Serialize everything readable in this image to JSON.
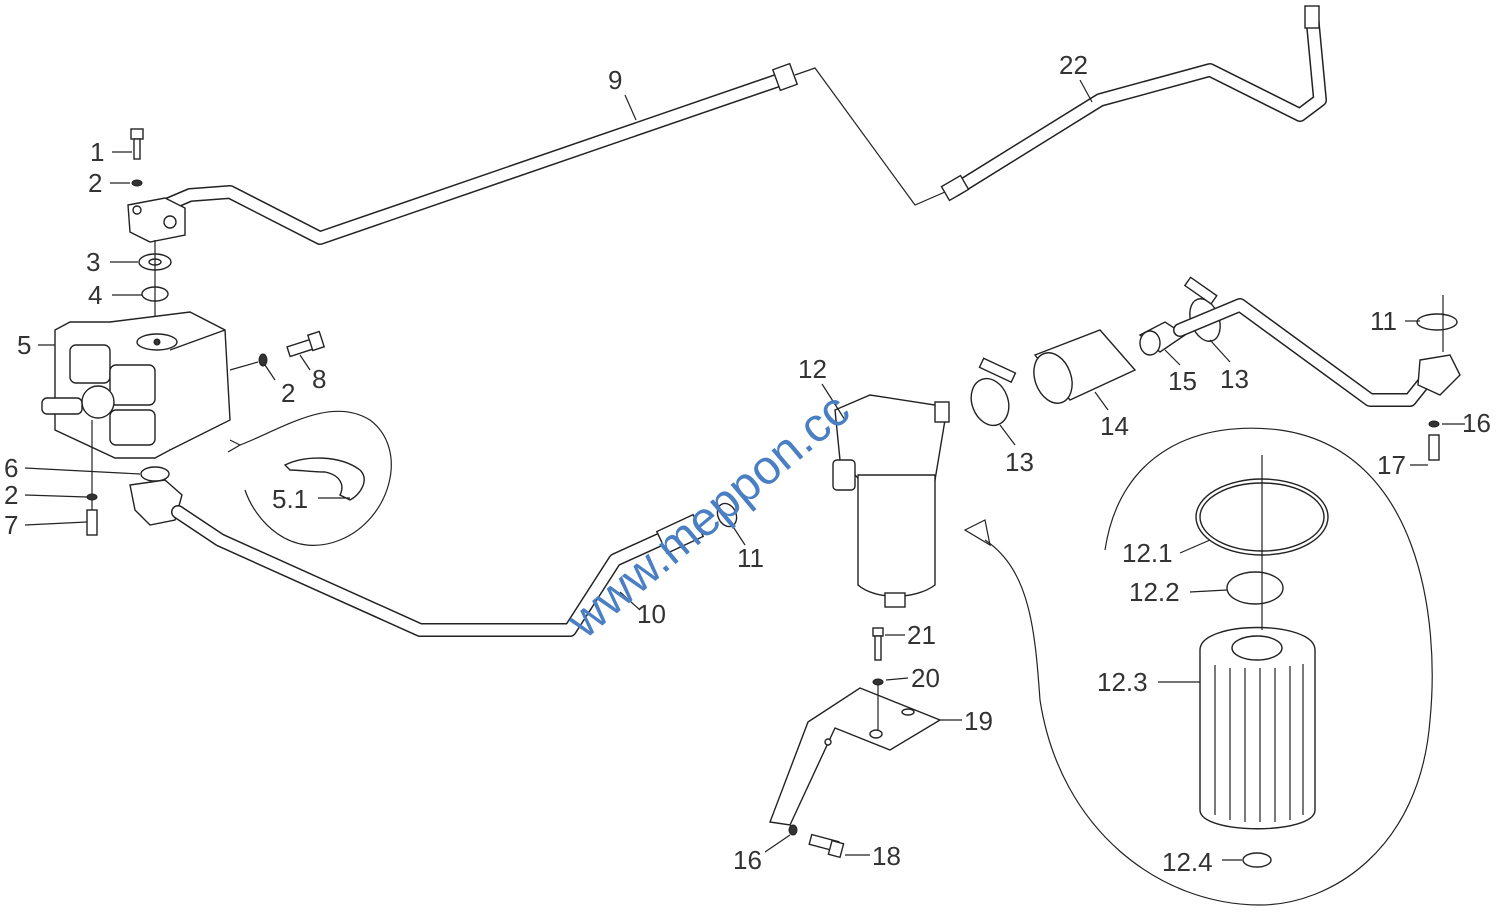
{
  "diagram": {
    "callouts": {
      "c1": "1",
      "c2a": "2",
      "c3": "3",
      "c4": "4",
      "c5": "5",
      "c8": "8",
      "c2b": "2",
      "c6": "6",
      "c2c": "2",
      "c7": "7",
      "c51": "5.1",
      "c9": "9",
      "c22": "22",
      "c12": "12",
      "c13a": "13",
      "c14": "14",
      "c15": "15",
      "c13b": "13",
      "c11a": "11",
      "c16a": "16",
      "c17": "17",
      "c11b": "11",
      "c10": "10",
      "c121": "12.1",
      "c122": "12.2",
      "c123": "12.3",
      "c124": "12.4",
      "c21": "21",
      "c20": "20",
      "c19": "19",
      "c16b": "16",
      "c18": "18"
    },
    "watermark": "www.meppon.cc"
  }
}
